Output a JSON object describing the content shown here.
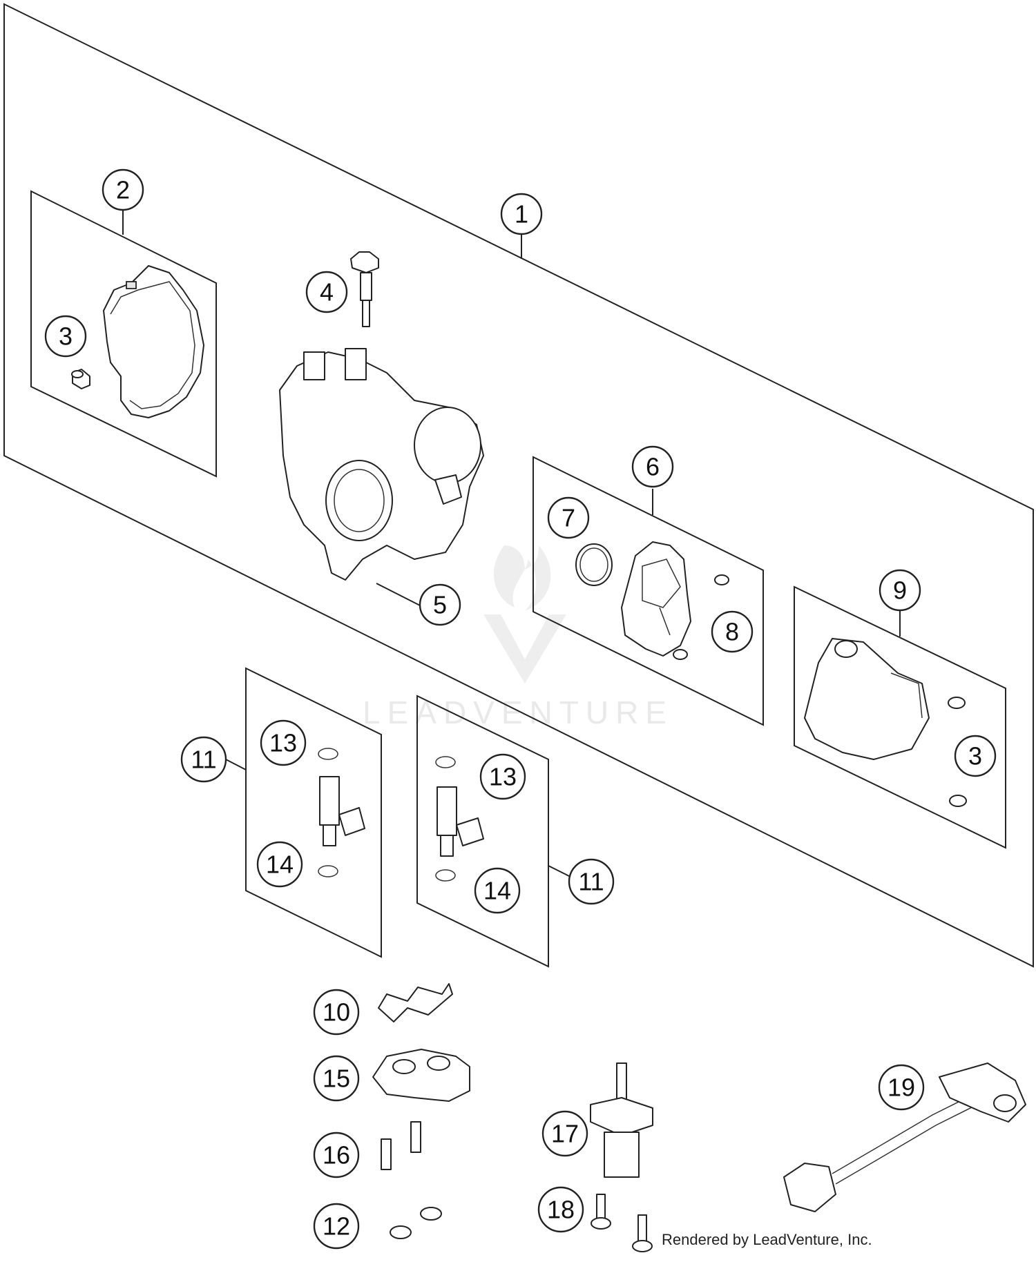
{
  "watermark": {
    "brand": "LEADVENTURE"
  },
  "footer": {
    "credit": "Rendered by LeadVenture, Inc."
  },
  "callouts": [
    {
      "id": "c1",
      "label": "1"
    },
    {
      "id": "c2",
      "label": "2"
    },
    {
      "id": "c3a",
      "label": "3"
    },
    {
      "id": "c4",
      "label": "4"
    },
    {
      "id": "c5",
      "label": "5"
    },
    {
      "id": "c6",
      "label": "6"
    },
    {
      "id": "c7",
      "label": "7"
    },
    {
      "id": "c8",
      "label": "8"
    },
    {
      "id": "c9",
      "label": "9"
    },
    {
      "id": "c3b",
      "label": "3"
    },
    {
      "id": "c11a",
      "label": "11"
    },
    {
      "id": "c13a",
      "label": "13"
    },
    {
      "id": "c14a",
      "label": "14"
    },
    {
      "id": "c13b",
      "label": "13"
    },
    {
      "id": "c14b",
      "label": "14"
    },
    {
      "id": "c11b",
      "label": "11"
    },
    {
      "id": "c10",
      "label": "10"
    },
    {
      "id": "c15",
      "label": "15"
    },
    {
      "id": "c16",
      "label": "16"
    },
    {
      "id": "c12",
      "label": "12"
    },
    {
      "id": "c17",
      "label": "17"
    },
    {
      "id": "c18",
      "label": "18"
    },
    {
      "id": "c19",
      "label": "19"
    }
  ]
}
